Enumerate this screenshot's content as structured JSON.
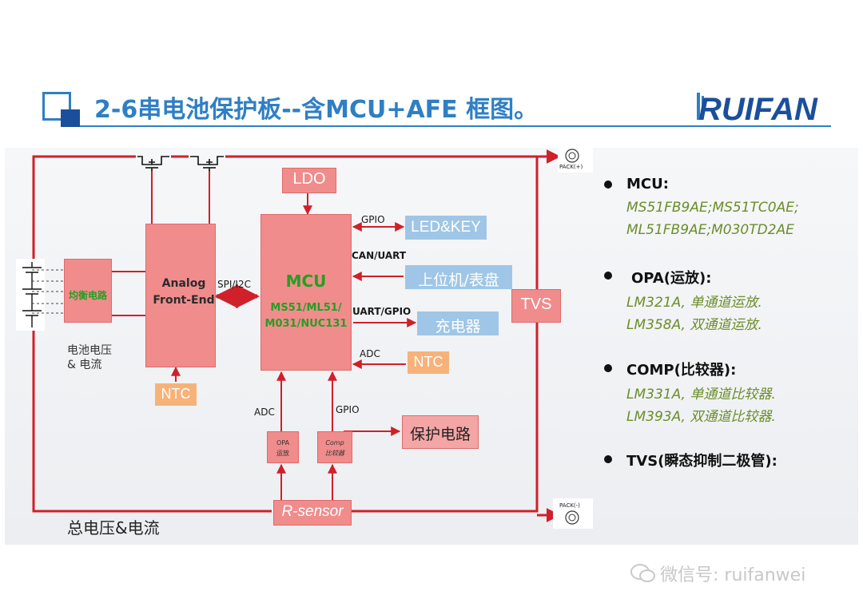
{
  "title": "2-6串电池保护板--含MCU+AFE 框图。",
  "logo": {
    "text": "RUIFAN"
  },
  "diagram": {
    "blocks": {
      "ldo": "LDO",
      "mcu_name": "MCU",
      "mcu_models": [
        "MS51/ML51/",
        "M031/NUC131"
      ],
      "afe_lines": [
        "Analog",
        "Front-End"
      ],
      "balance": "均衡电路",
      "tvs": "TVS",
      "opa_lines": [
        "OPA",
        "运放"
      ],
      "comp_lines": [
        "Comp",
        "比较器"
      ],
      "rsensor": "R-sensor"
    },
    "externals": {
      "led_key": "LED&KEY",
      "host": "上位机/表盘",
      "charger": "充电器",
      "ntc_mcu": "NTC",
      "ntc_afe": "NTC",
      "protect": "保护电路"
    },
    "signals": {
      "gpio_led": "GPIO",
      "can_uart": "CAN/UART",
      "uart_gpio": "UART/GPIO",
      "adc_ntc": "ADC",
      "spi_i2c": "SPI/I2C",
      "adc_opa": "ADC",
      "gpio_comp": "GPIO"
    },
    "connectors": {
      "pack_pos": "PACK(+)",
      "pack_neg": "PACK(-)"
    },
    "notes": {
      "cell_voltage": [
        "电池电压",
        "& 电流"
      ],
      "total": "总电压&电流"
    }
  },
  "specs": [
    {
      "head": "MCU:",
      "parts": [
        "MS51FB9AE;MS51TC0AE;",
        "ML51FB9AE;M030TD2AE"
      ]
    },
    {
      "head": "OPA(运放):",
      "parts": [
        "LM321A, 单通道运放.",
        "LM358A, 双通道运放."
      ]
    },
    {
      "head": "COMP(比较器):",
      "parts": [
        "LM331A, 单通道比较器.",
        "LM393A, 双通道比较器."
      ]
    },
    {
      "head": "TVS(瞬态抑制二极管):",
      "parts": []
    }
  ],
  "watermark": "微信号: ruifanwei",
  "colors": {
    "accent": "#2f7fc4",
    "wire": "#d0202a",
    "block": "#f08c8c",
    "part_text": "#6b8e2a"
  }
}
